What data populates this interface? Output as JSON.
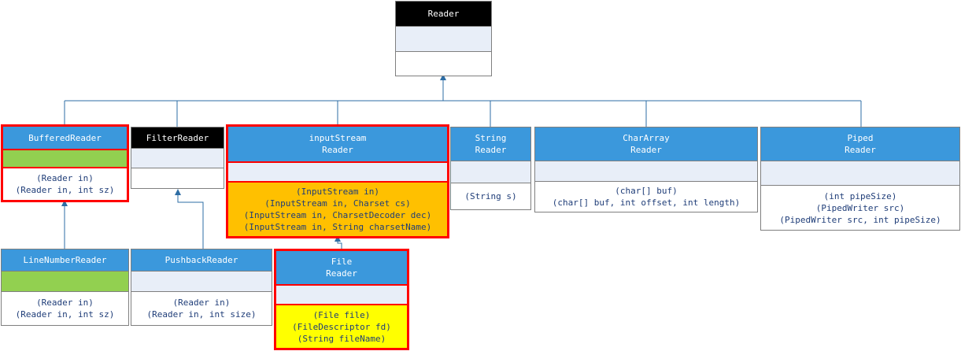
{
  "colors": {
    "title_blue": "#3b98dc",
    "title_black": "#000000",
    "attr_fill": "#e8eef8",
    "green": "#92d050",
    "orange": "#ffc000",
    "yellow": "#ffff00",
    "highlight": "#ff0000",
    "connector": "#2e6da4"
  },
  "nodes": {
    "reader": {
      "title": "Reader",
      "ops": ""
    },
    "buffered_reader": {
      "title": "BufferedReader",
      "ops": "(Reader in)\n(Reader in, int sz)"
    },
    "filter_reader": {
      "title": "FilterReader",
      "ops": ""
    },
    "input_stream_reader": {
      "title": "inputStream\nReader",
      "ops": "(InputStream in)\n(InputStream in, Charset cs)\n(InputStream in, CharsetDecoder dec)\n(InputStream in, String charsetName)"
    },
    "string_reader": {
      "title": "String\nReader",
      "ops": "(String s)"
    },
    "char_array_reader": {
      "title": "CharArray\nReader",
      "ops": "(char[] buf)\n(char[] buf, int offset, int length)"
    },
    "piped_reader": {
      "title": "Piped\nReader",
      "ops": "(int pipeSize)\n(PipedWriter src)\n(PipedWriter src, int pipeSize)"
    },
    "line_number_reader": {
      "title": "LineNumberReader",
      "ops": "(Reader in)\n(Reader in, int sz)"
    },
    "pushback_reader": {
      "title": "PushbackReader",
      "ops": "(Reader in)\n(Reader in, int size)"
    },
    "file_reader": {
      "title": "File\nReader",
      "ops": "(File file)\n(FileDescriptor fd)\n(String fileName)"
    }
  }
}
